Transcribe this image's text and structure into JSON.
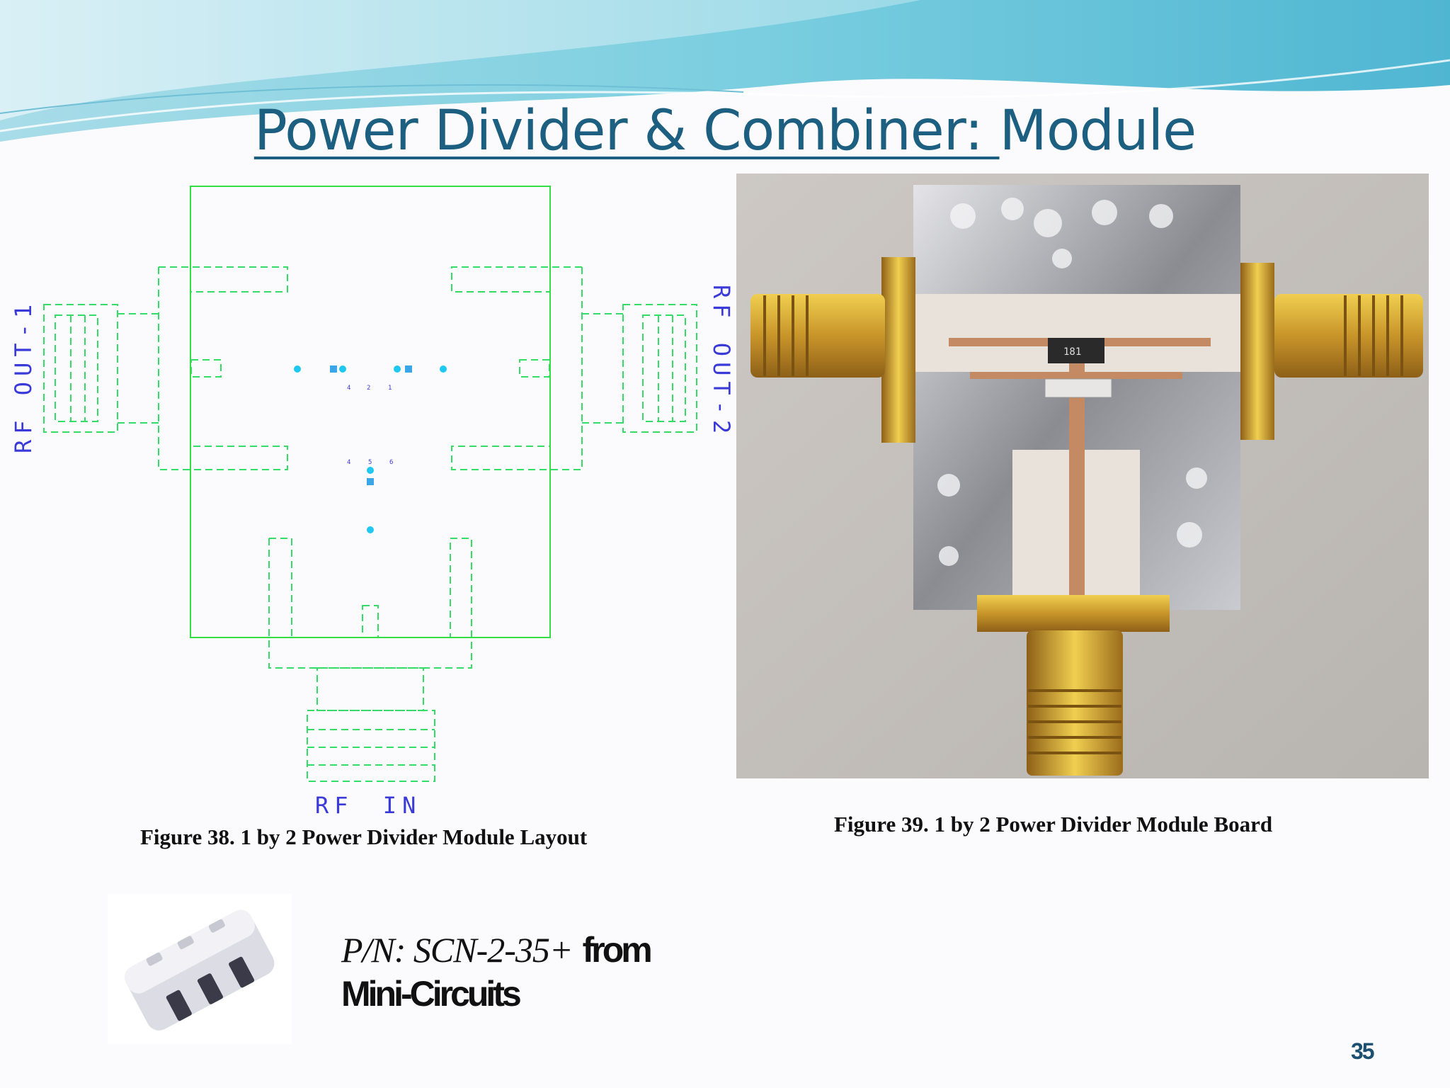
{
  "slide": {
    "title_main": "Power Divider & Combiner: ",
    "title_end": "Module",
    "page_number": "35"
  },
  "layout_figure": {
    "labels": {
      "rf_out_1": "RF OUT-1",
      "rf_out_2": "RF OUT-2",
      "rf_in": "RF IN"
    },
    "caption": "Figure 38. 1 by 2 Power Divider Module Layout",
    "colors": {
      "outline": "#33dd44",
      "dashed": "#33dd66",
      "pads": "#1ec8f0",
      "label": "#3a3ad8"
    }
  },
  "photo_figure": {
    "caption": "Figure 39. 1 by 2 Power Divider Module Board",
    "chip_marking": "181"
  },
  "part": {
    "part_number": "P/N: SCN-2-35+",
    "from": "from",
    "vendor": "Mini-Circuits"
  }
}
